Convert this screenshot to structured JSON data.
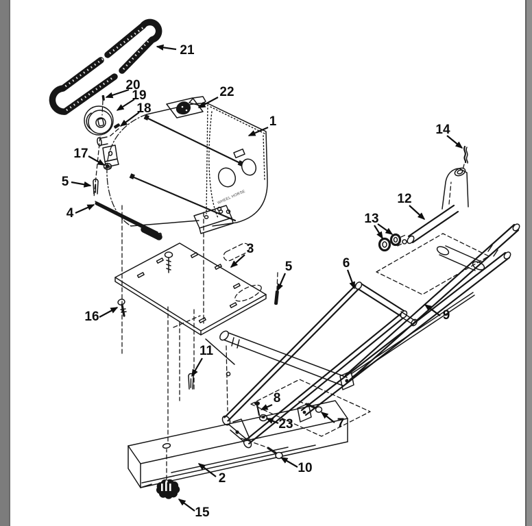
{
  "viewer": {
    "canvas_color": "#ffffff",
    "left_bar_color": "#7c7c7c",
    "left_bar_edge_color": "#6a6a6a",
    "right_bar_color": "#8e8e8e",
    "right_bar_edge_color": "#5f5f5f",
    "line_color": "#161616"
  },
  "figure": {
    "type": "exploded-parts-diagram",
    "engine_marking": "WHEEL HORSE",
    "callouts": [
      "21",
      "20",
      "19",
      "18",
      "22",
      "1",
      "17",
      "5",
      "4",
      "14",
      "12",
      "13",
      "3",
      "5",
      "6",
      "9",
      "16",
      "11",
      "8",
      "23",
      "7",
      "10",
      "2",
      "15"
    ]
  }
}
